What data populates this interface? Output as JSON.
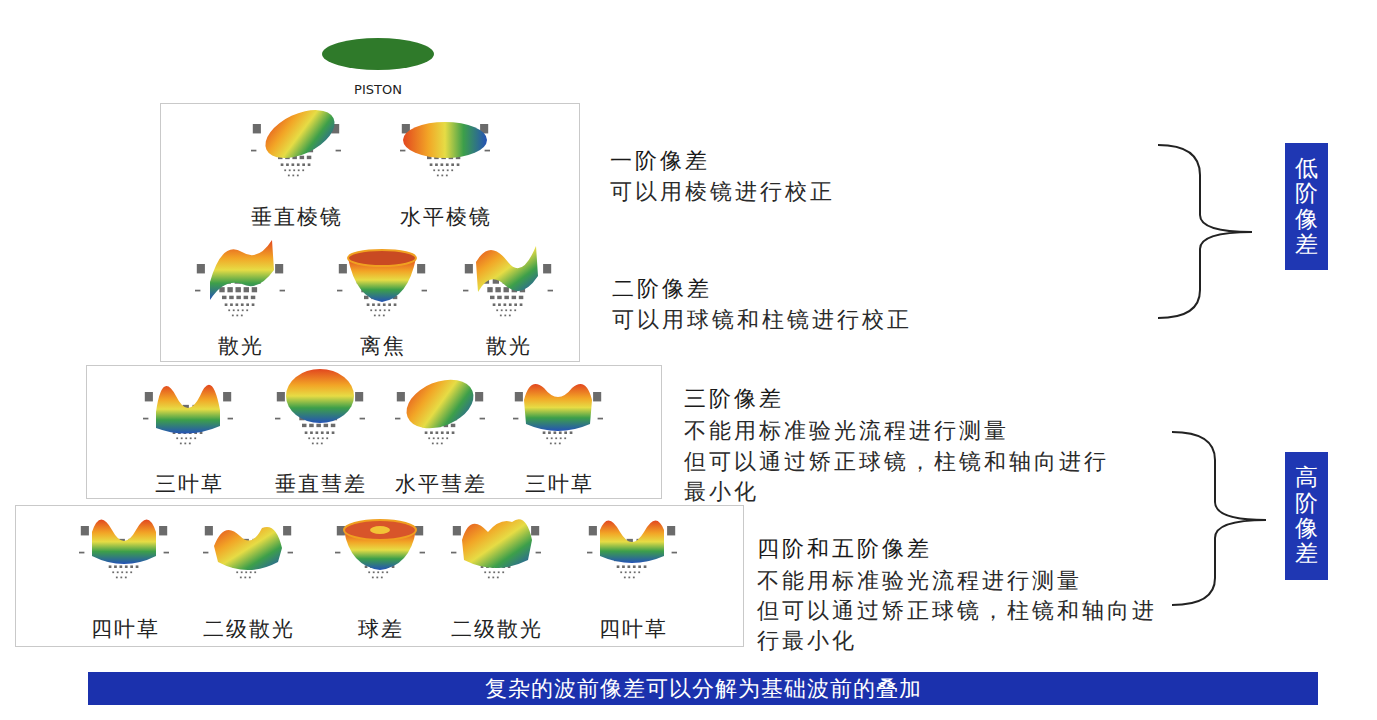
{
  "diagram": {
    "nodes": [
      {
        "text": [
          "PISTON"
        ]
      },
      {
        "text": [
          "垂直棱镜",
          "水平棱镜",
          "散光",
          "离焦",
          "散光"
        ]
      },
      {
        "text": [
          "三叶草",
          "垂直彗差",
          "水平彗差",
          "三叶草"
        ]
      },
      {
        "text": [
          "四叶草",
          "二级散光",
          "球差",
          "二级散光",
          "四叶草"
        ]
      },
      {
        "text": [
          "低阶像差"
        ]
      },
      {
        "text": [
          "高阶像差"
        ]
      },
      {
        "text": [
          "复杂的波前像差可以分解为基础波前的叠加"
        ]
      }
    ],
    "labels": [
      "一阶像差",
      "可以用棱镜进行校正",
      "二阶像差",
      "可以用球镜和柱镜进行校正",
      "三阶像差",
      "不能用标准验光流程进行测量",
      "但可以通过矫正球镜，柱镜和轴向进行最小化",
      "四阶和五阶像差",
      "不能用标准验光流程进行测量",
      "但可以通过矫正球镜，柱镜和轴向进行最小化"
    ]
  }
}
